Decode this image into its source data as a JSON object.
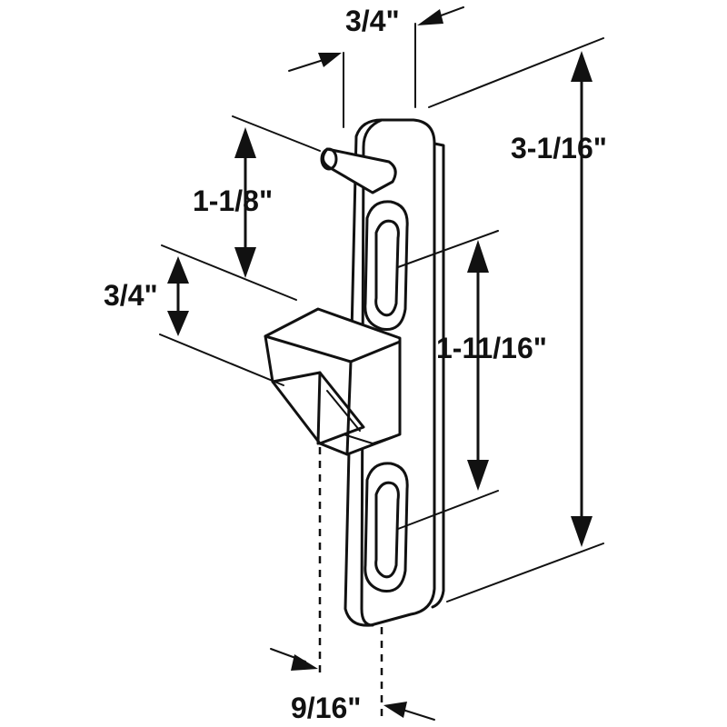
{
  "diagram": {
    "colors": {
      "line": "#111111",
      "background": "#ffffff"
    },
    "dimensions": {
      "top_width": "3/4\"",
      "overall_height": "3-1/16\"",
      "pin_offset": "1-1/8\"",
      "hook_height": "3/4\"",
      "hole_spacing": "1-11/16\"",
      "bottom_depth": "9/16\""
    }
  }
}
